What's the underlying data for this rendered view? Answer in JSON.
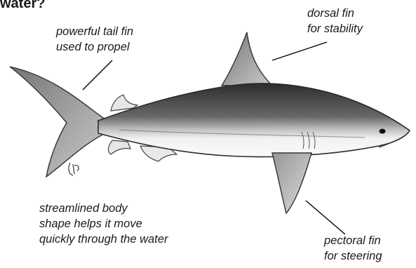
{
  "title": "water?",
  "labels": {
    "tail": [
      "powerful tail fin",
      "used to propel"
    ],
    "dorsal": [
      "dorsal fin",
      "for stability"
    ],
    "body": [
      "streamlined body",
      "shape helps it move",
      "quickly through the water"
    ],
    "pectoral": [
      "pectoral fin",
      "for steering"
    ]
  },
  "illustration": {
    "subject": "shark-pencil-sketch",
    "signature": "JPJ"
  },
  "colors": {
    "text": "#1a1a1a",
    "pencil_dark": "#3a3a3a",
    "pencil_mid": "#8a8a8a",
    "belly": "#f4f4f4"
  }
}
